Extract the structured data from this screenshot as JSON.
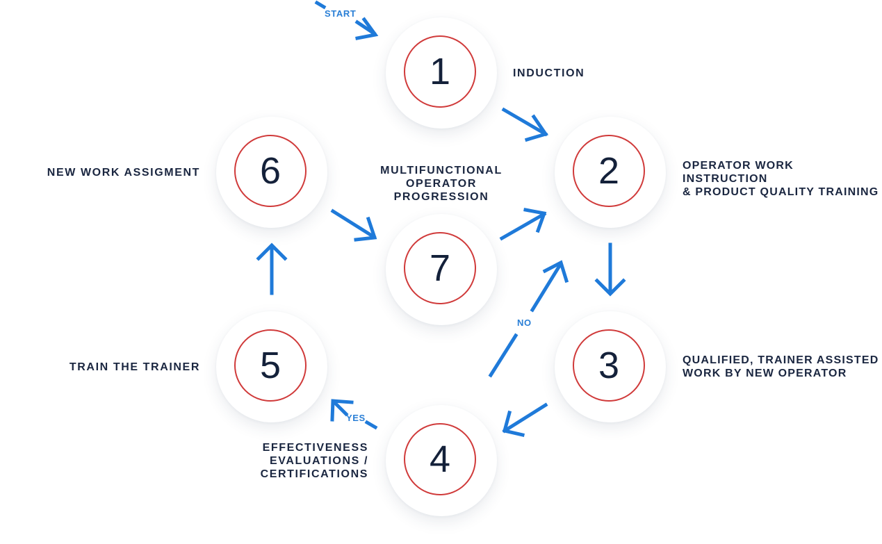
{
  "steps": [
    {
      "num": "1",
      "label": "INDUCTION"
    },
    {
      "num": "2",
      "label": "OPERATOR WORK INSTRUCTION\n& PRODUCT QUALITY TRAINING"
    },
    {
      "num": "3",
      "label": "QUALIFIED, TRAINER ASSISTED\nWORK BY NEW OPERATOR"
    },
    {
      "num": "4",
      "label": "EFFECTIVENESS\nEVALUATIONS /\nCERTIFICATIONS"
    },
    {
      "num": "5",
      "label": "TRAIN THE TRAINER"
    },
    {
      "num": "6",
      "label": "NEW WORK ASSIGMENT"
    },
    {
      "num": "7",
      "label": "MULTIFUNCTIONAL\nOPERATOR\nPROGRESSION"
    }
  ],
  "tags": {
    "start": "START",
    "no": "NO",
    "yes": "YES"
  },
  "colors": {
    "arrow": "#1f7ad9",
    "ring": "#d03a3a",
    "text": "#1a2640",
    "tag": "#2a7fd6"
  }
}
